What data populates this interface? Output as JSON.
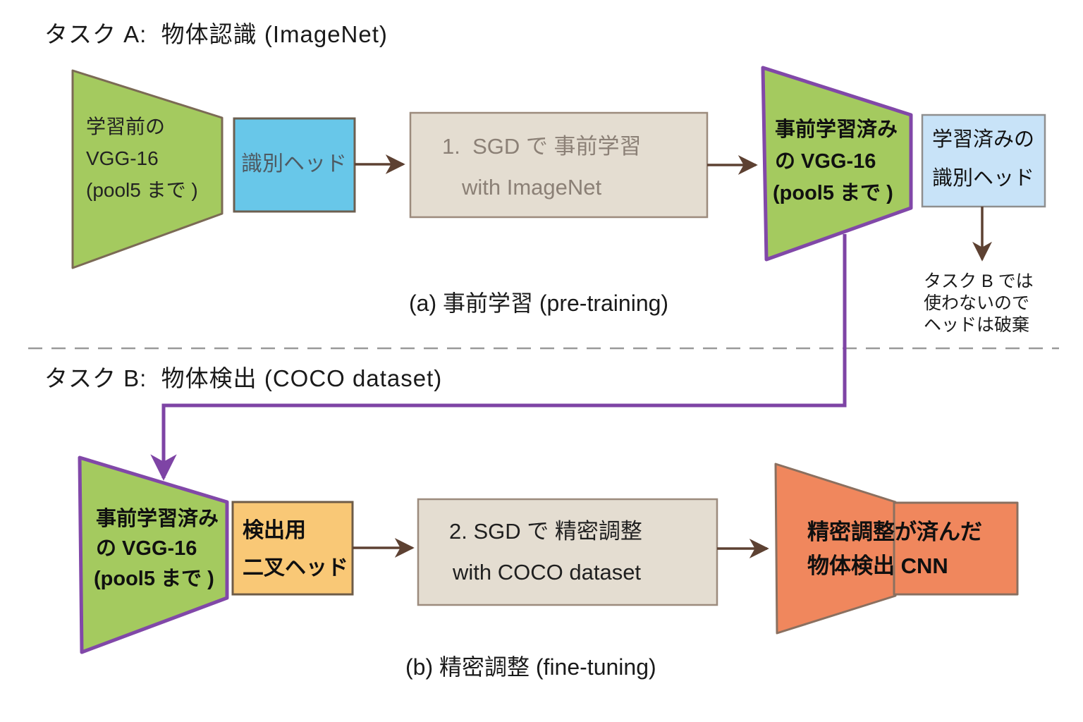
{
  "colors": {
    "green": "#a4ca5f",
    "purple": "#8148a8",
    "blue": "#68c7e9",
    "light_blue": "#c8e3f8",
    "beige": "#e4ddd1",
    "orange": "#f9c876",
    "coral": "#f0875d",
    "arrow_brown": "#5d4132",
    "dash_gray": "#999999",
    "text_gray": "#8b8076",
    "text_slate": "#4e5a62"
  },
  "task_a": {
    "title": "タスク A:  物体認識 (ImageNet)",
    "backbone": {
      "line1": "学習前の",
      "line2": "VGG-16",
      "line3": "(pool5 まで )"
    },
    "head": {
      "label": "識別ヘッド"
    },
    "process": {
      "line1": "1.  SGD で 事前学習",
      "line2": "with ImageNet"
    },
    "pretrained": {
      "line1": "事前学習済み",
      "line2": "の VGG-16",
      "line3": "(pool5 まで )"
    },
    "trained_head": {
      "line1": "学習済みの",
      "line2": "識別ヘッド"
    },
    "discard_note": {
      "line1": "タスク B では",
      "line2": "使わないので",
      "line3": "ヘッドは破棄"
    },
    "caption": "(a) 事前学習 (pre-training)"
  },
  "task_b": {
    "title": "タスク B:  物体検出 (COCO dataset)",
    "pretrained": {
      "line1": "事前学習済み",
      "line2": "の VGG-16",
      "line3": "(pool5 まで )"
    },
    "head": {
      "line1": "検出用",
      "line2": "二叉ヘッド"
    },
    "process": {
      "line1": "2. SGD で 精密調整",
      "line2": "with COCO dataset"
    },
    "output": {
      "line1": "精密調整が済んだ",
      "line2": "物体検出 CNN"
    },
    "caption": "(b) 精密調整 (fine-tuning)"
  }
}
